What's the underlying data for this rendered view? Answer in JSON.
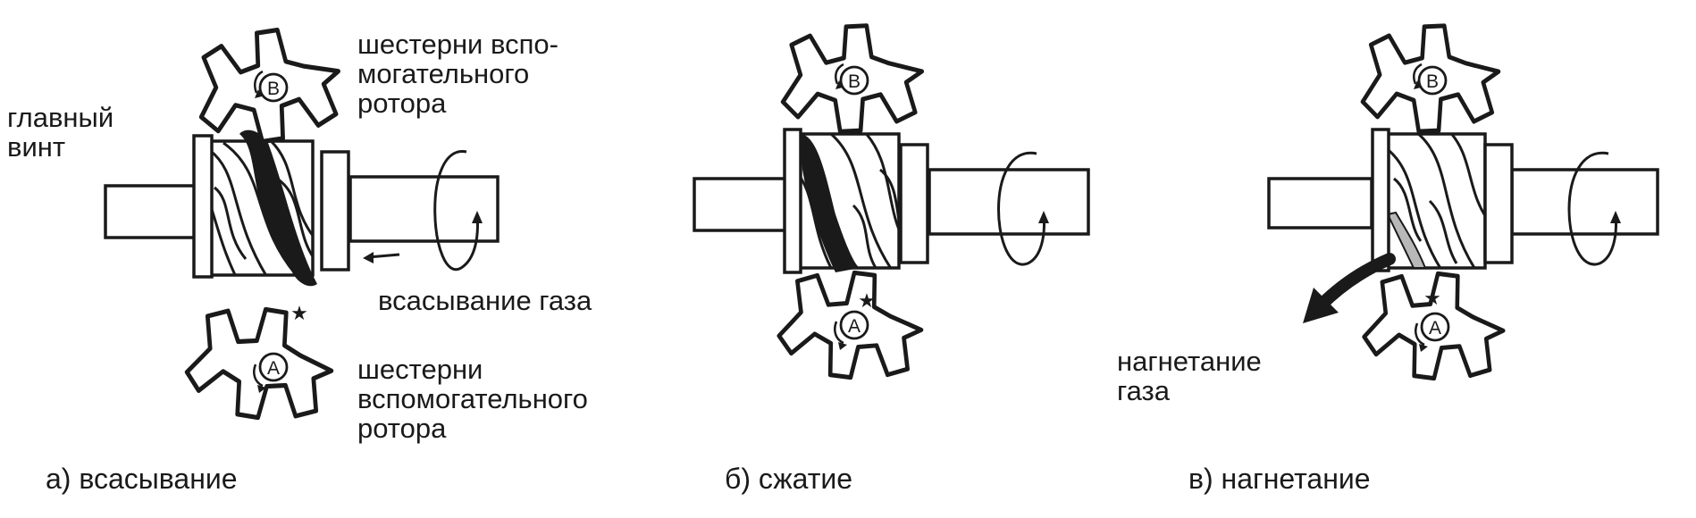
{
  "labels": {
    "main_screw": "главный\nвинт",
    "aux_gears_top": "шестерни вспо-\nмогательного\nротора",
    "gas_suction": "всасывание газа",
    "aux_gears_bottom": "шестерни\nвспомогательного\nротора",
    "gas_discharge": "нагнетание\nгаза"
  },
  "gear_letters": {
    "top": "B",
    "bottom": "A"
  },
  "captions": {
    "a": "а) всасывание",
    "b": "б) сжатие",
    "c": "в) нагнетание"
  },
  "colors": {
    "ink": "#1a1a1a",
    "background": "#ffffff",
    "discharge_shading": "#b8b8b8"
  }
}
